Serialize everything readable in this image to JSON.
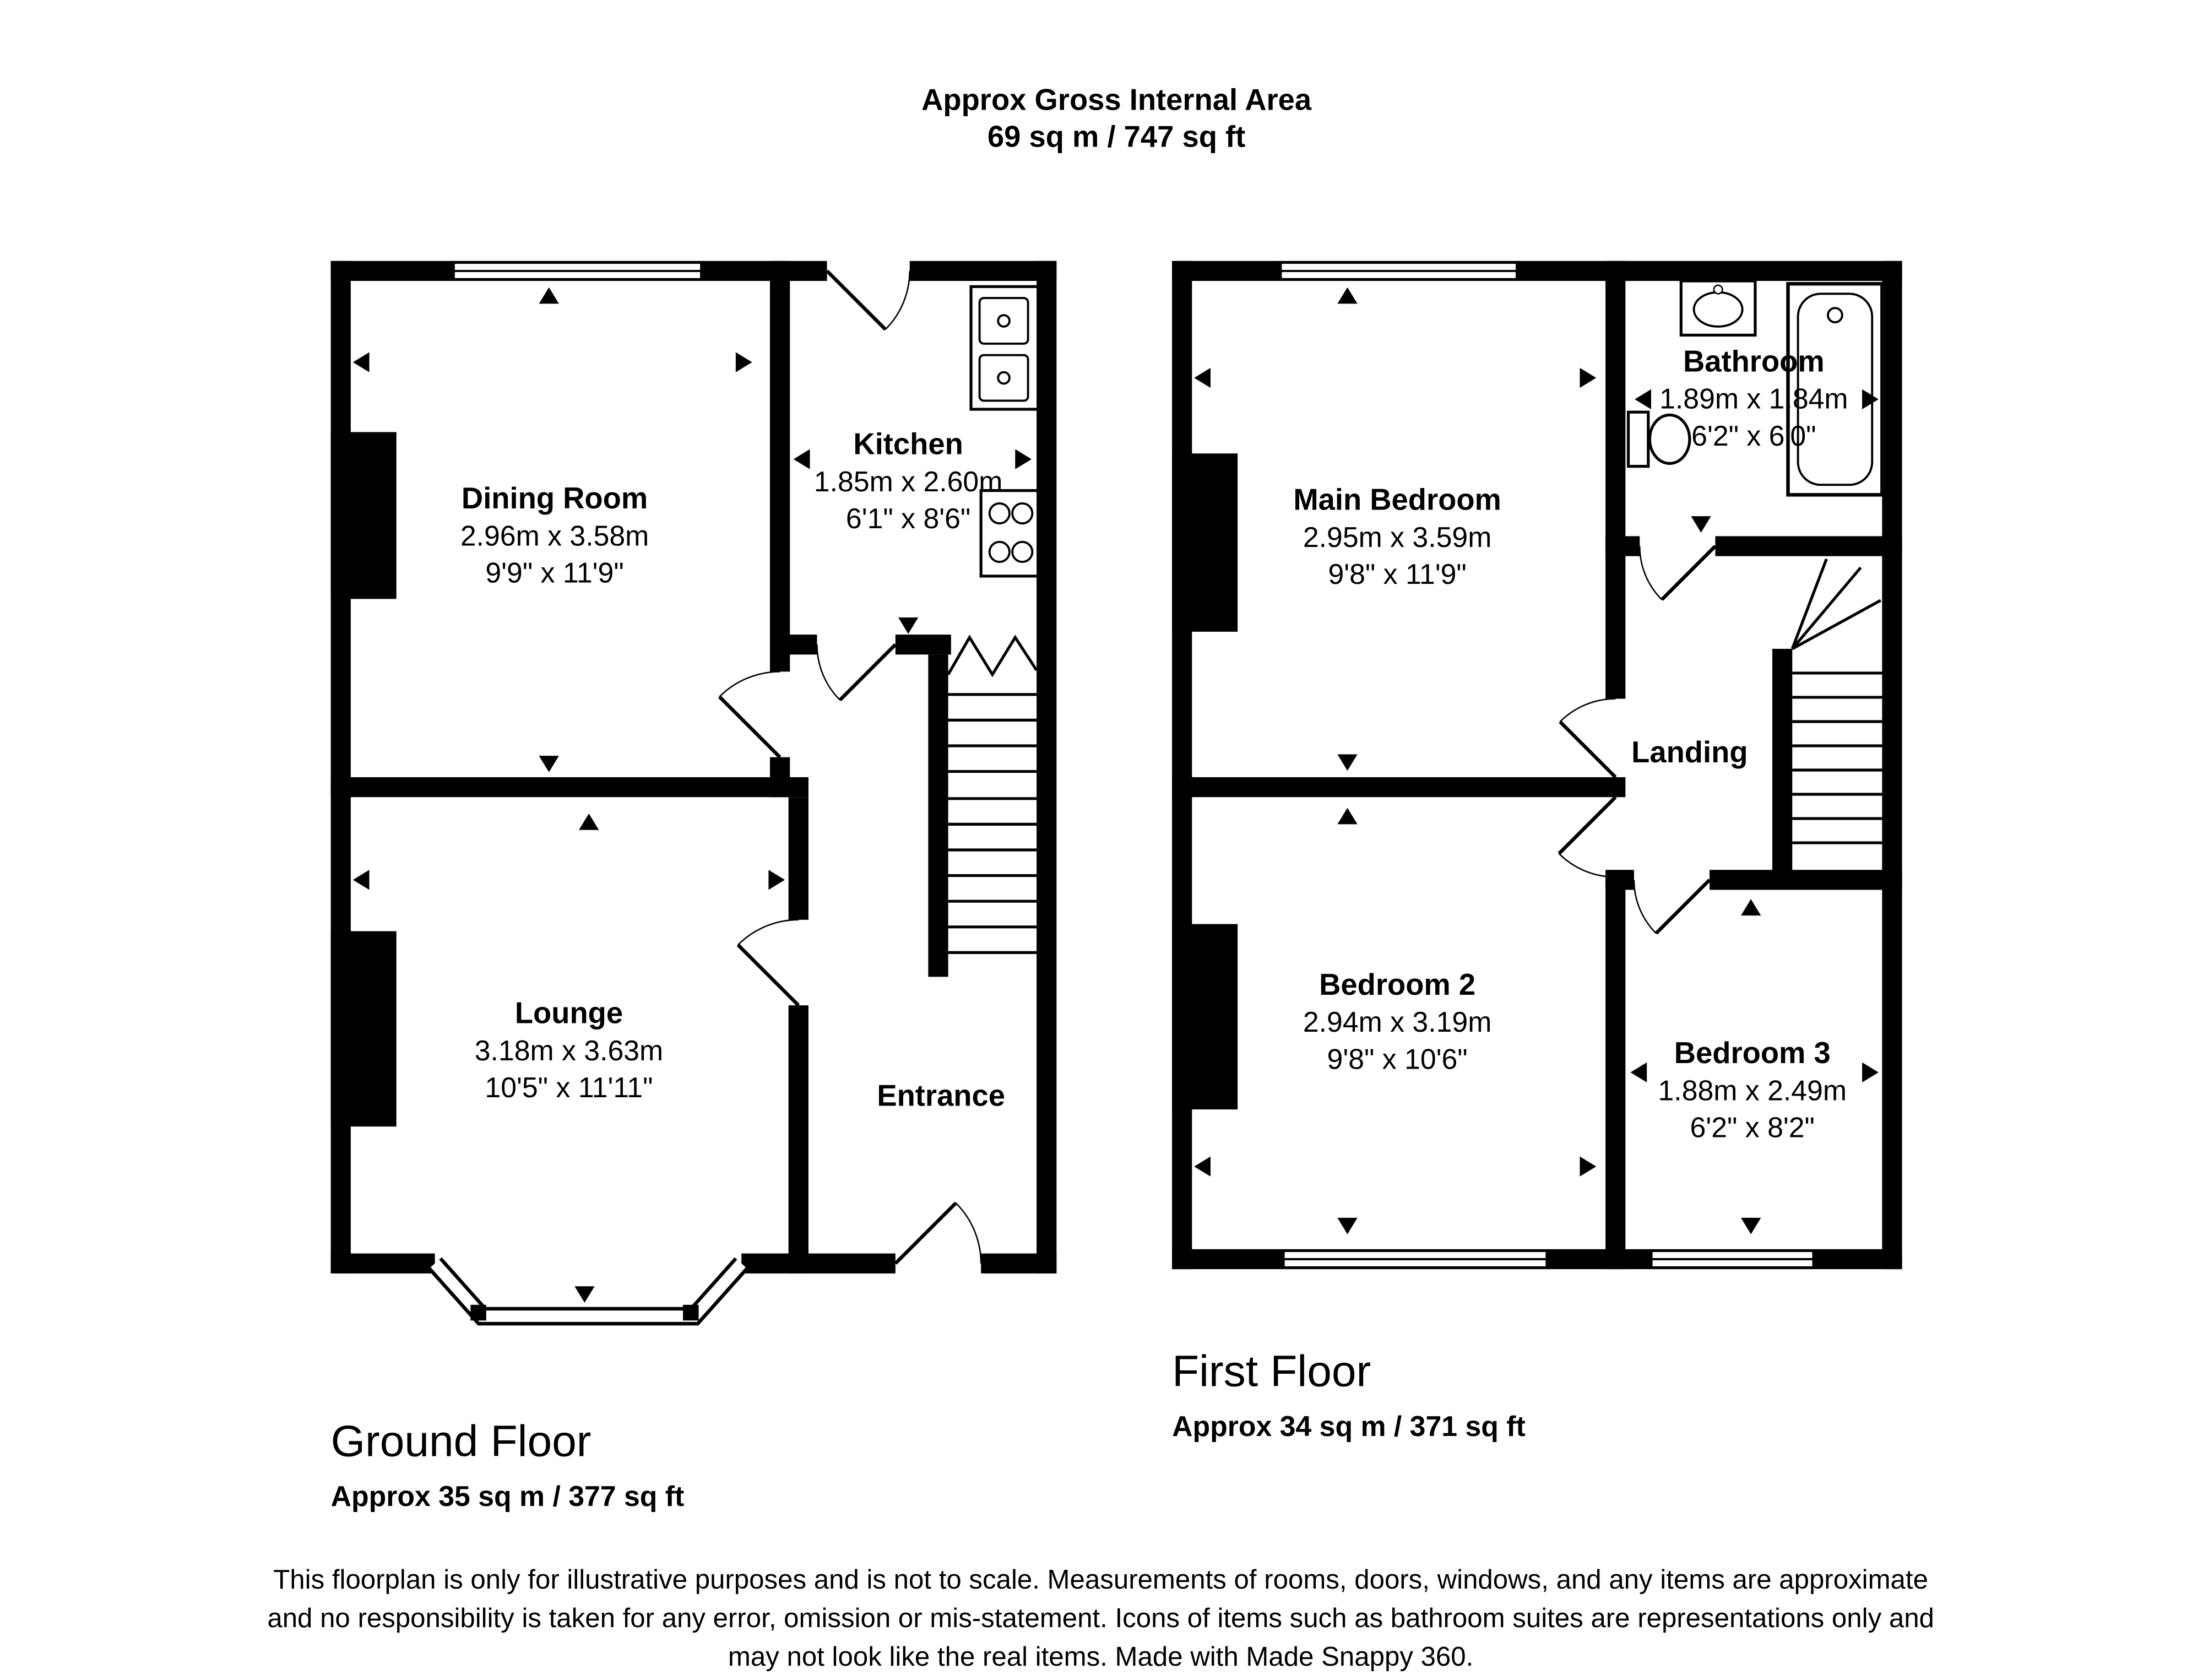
{
  "header": {
    "title": "Approx Gross Internal Area",
    "area_total": "69 sq m / 747 sq ft"
  },
  "ground_floor": {
    "title": "Ground Floor",
    "area": "Approx 35 sq m / 377 sq ft",
    "rooms": {
      "dining_room": {
        "name": "Dining Room",
        "metric": "2.96m x 3.58m",
        "imperial": "9'9\" x 11'9\""
      },
      "kitchen": {
        "name": "Kitchen",
        "metric": "1.85m x 2.60m",
        "imperial": "6'1\" x 8'6\""
      },
      "lounge": {
        "name": "Lounge",
        "metric": "3.18m x 3.63m",
        "imperial": "10'5\" x 11'11\""
      },
      "entrance": {
        "name": "Entrance"
      }
    }
  },
  "first_floor": {
    "title": "First Floor",
    "area": "Approx 34 sq m / 371 sq ft",
    "rooms": {
      "main_bedroom": {
        "name": "Main Bedroom",
        "metric": "2.95m x 3.59m",
        "imperial": "9'8\" x 11'9\""
      },
      "bathroom": {
        "name": "Bathroom",
        "metric": "1.89m x 1.84m",
        "imperial": "6'2\" x 6'0\""
      },
      "landing": {
        "name": "Landing"
      },
      "bedroom_2": {
        "name": "Bedroom 2",
        "metric": "2.94m x 3.19m",
        "imperial": "9'8\" x 10'6\""
      },
      "bedroom_3": {
        "name": "Bedroom 3",
        "metric": "1.88m x 2.49m",
        "imperial": "6'2\" x 8'2\""
      }
    }
  },
  "footer": {
    "disclaimer_line1": "This floorplan is only for illustrative purposes and is not to scale. Measurements of rooms, doors, windows, and any items are approximate",
    "disclaimer_line2": "and no responsibility is taken for any error, omission or mis-statement. Icons of items such as bathroom suites are representations only and",
    "disclaimer_line3": "may not look like the real items. Made with Made Snappy 360."
  },
  "colors": {
    "walls": "#000000",
    "background": "#ffffff"
  }
}
